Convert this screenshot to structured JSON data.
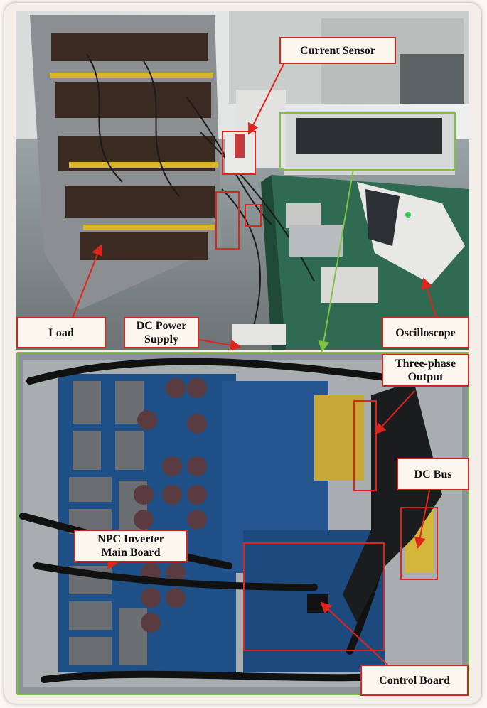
{
  "labels": {
    "current_sensor": "Current Sensor",
    "load": "Load",
    "dc_power_supply": "DC Power\nSupply",
    "oscilloscope": "Oscilloscope",
    "three_phase_output": "Three-phase\nOutput",
    "dc_bus": "DC Bus",
    "npc_inverter": "NPC Inverter\nMain Board",
    "control_board": "Control Board"
  },
  "colors": {
    "annotation_red": "#e0241c",
    "highlight_green": "#7dc242",
    "label_fill": "#fbf6ee"
  }
}
